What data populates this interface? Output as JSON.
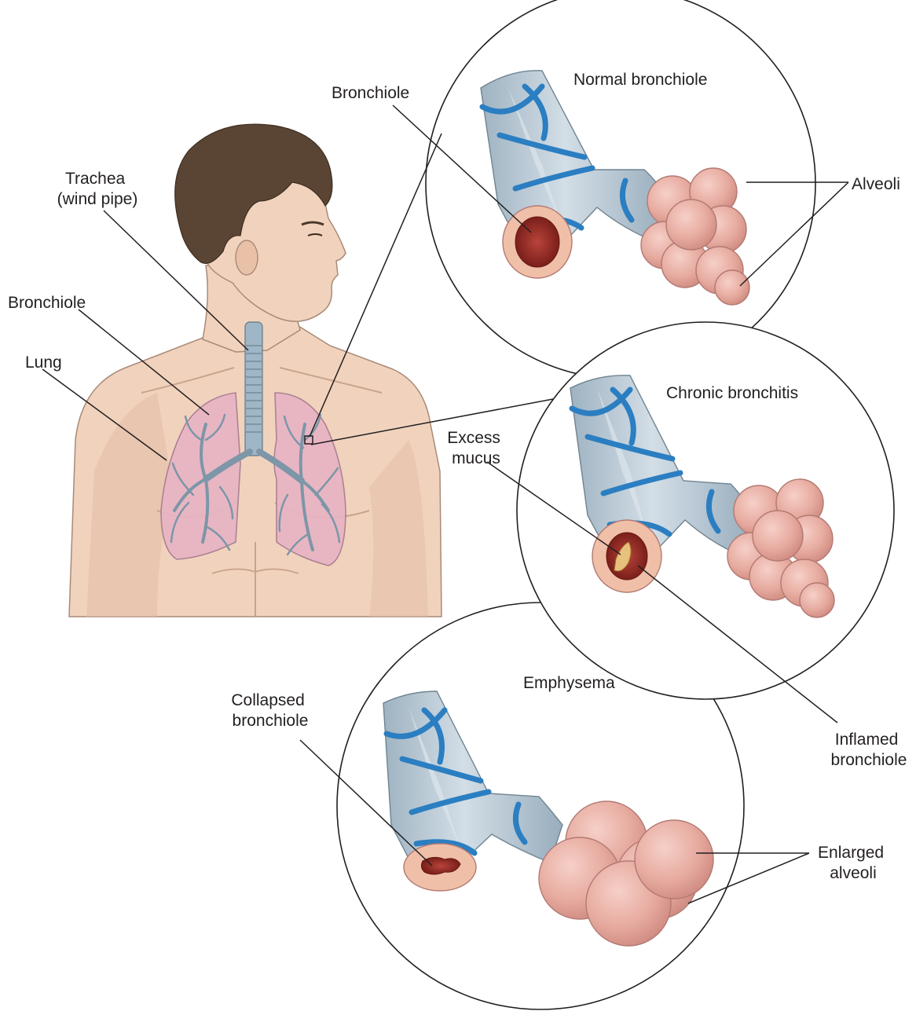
{
  "labels": {
    "trachea": [
      "Trachea",
      "(wind pipe)"
    ],
    "bronchiole_body": "Bronchiole",
    "lung": "Lung",
    "bronchiole_zoom": "Bronchiole",
    "alveoli": "Alveoli",
    "excess_mucus": [
      "Excess",
      "mucus"
    ],
    "inflamed_bronchiole": [
      "Inflamed",
      "bronchiole"
    ],
    "collapsed_bronchiole": [
      "Collapsed",
      "bronchiole"
    ],
    "enlarged_alveoli": [
      "Enlarged",
      "alveoli"
    ]
  },
  "panels": {
    "normal": "Normal bronchiole",
    "chronic": "Chronic bronchitis",
    "emphysema": "Emphysema"
  },
  "colors": {
    "band": "#2b7ec1",
    "alveolus": "#e7aba0",
    "lung": "#e8b4c4",
    "skin": "#f1d3bd",
    "hair": "#5a4433"
  }
}
